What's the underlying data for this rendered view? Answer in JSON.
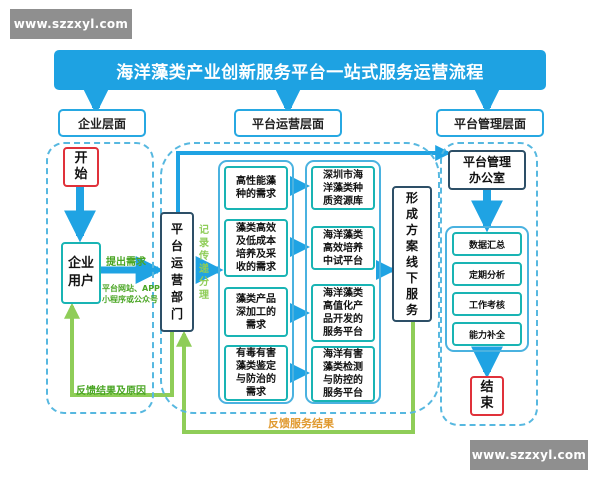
{
  "watermark_top": "www.szzxyl.com",
  "watermark_bottom": "www.szzxyl.com",
  "title": "海洋藻类产业创新服务平台一站式服务运营流程",
  "sections": {
    "enterprise": "企业层面",
    "platform_ops": "平台运营层面",
    "platform_mgmt": "平台管理层面"
  },
  "enterprise": {
    "start": "开\n始",
    "user": "企业\n用户",
    "submit_label": "提出需求",
    "channels_label": "平台网站、APP\n小程序或公众号",
    "feedback_label": "反馈结果及原因"
  },
  "ops": {
    "dept": "平\n台\n运\n营\n部\n门",
    "record_label": "记\n录\n传\n递\n分\n理",
    "needs": [
      "高性能藻\n种的需求",
      "藻类高效\n及低成本\n培养及采\n收的需求",
      "藻类产品\n深加工的\n需求",
      "有毒有害\n藻类鉴定\n与防治的\n需求"
    ],
    "services": [
      "深圳市海\n洋藻类种\n质资源库",
      "海洋藻类\n高效培养\n中试平台",
      "海洋藻类\n高值化产\n品开发的\n服务平台",
      "海洋有害\n藻类检测\n与防控的\n服务平台"
    ],
    "plan": "形\n成\n方\n案\n线\n下\n服\n务",
    "feedback_service": "反馈服务结果"
  },
  "mgmt": {
    "office": "平台管理\n办公室",
    "steps": [
      "数据汇总",
      "定期分析",
      "工作考核",
      "能力补全"
    ],
    "end": "结\n束"
  },
  "colors": {
    "banner": "#1ea2e2",
    "arrow_blue": "#1fa3e3",
    "feedback_green": "#8fcd58",
    "start_border": "#e0313a",
    "node_border": "#19b4b4"
  }
}
